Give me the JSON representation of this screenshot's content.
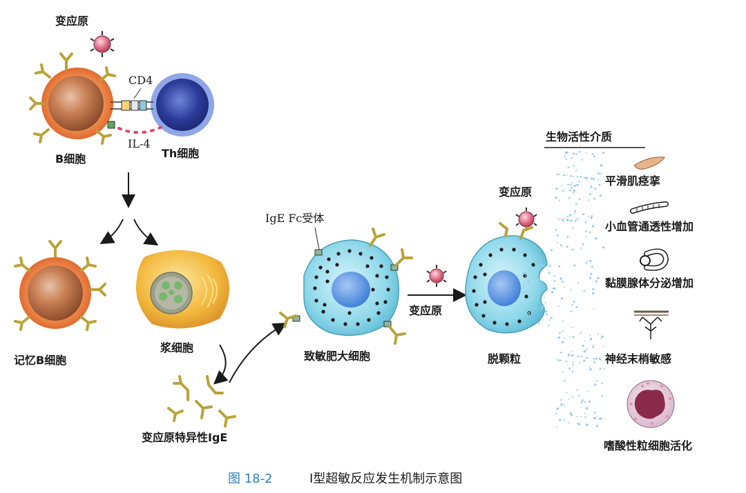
{
  "labels": {
    "allergen_top": "变应原",
    "cd4": "CD4",
    "il4": "IL-4",
    "b_cell": "B细胞",
    "th_cell": "Th细胞",
    "memory_b": "记忆B细胞",
    "plasma_cell": "浆细胞",
    "specific_ige": "变应原特异性IgE",
    "ige_fc_receptor": "IgE Fc受体",
    "sensitized_mast": "致敏肥大细胞",
    "allergen_arrow": "变应原",
    "allergen_right": "变应原",
    "degranulation": "脱颗粒",
    "mediators_title": "生物活性介质"
  },
  "effects": [
    "平滑肌痉挛",
    "小血管通透性增加",
    "黏膜腺体分泌增加",
    "神经末梢敏感",
    "嗜酸性粒细胞活化"
  ],
  "caption": {
    "number": "图 18-2",
    "title": "Ⅰ型超敏反应发生机制示意图"
  },
  "colors": {
    "b_cell": "#e07a4a",
    "th_cell": "#3a4fb0",
    "mast_cell": "#7fd3e6",
    "mast_nucleus": "#3d7fd8",
    "plasma": "#f0b43a",
    "antibody": "#b8a338",
    "allergen": "#e0708a",
    "mediator_dots": "#9ccbe8",
    "caption_blue": "#2a7ec0"
  }
}
